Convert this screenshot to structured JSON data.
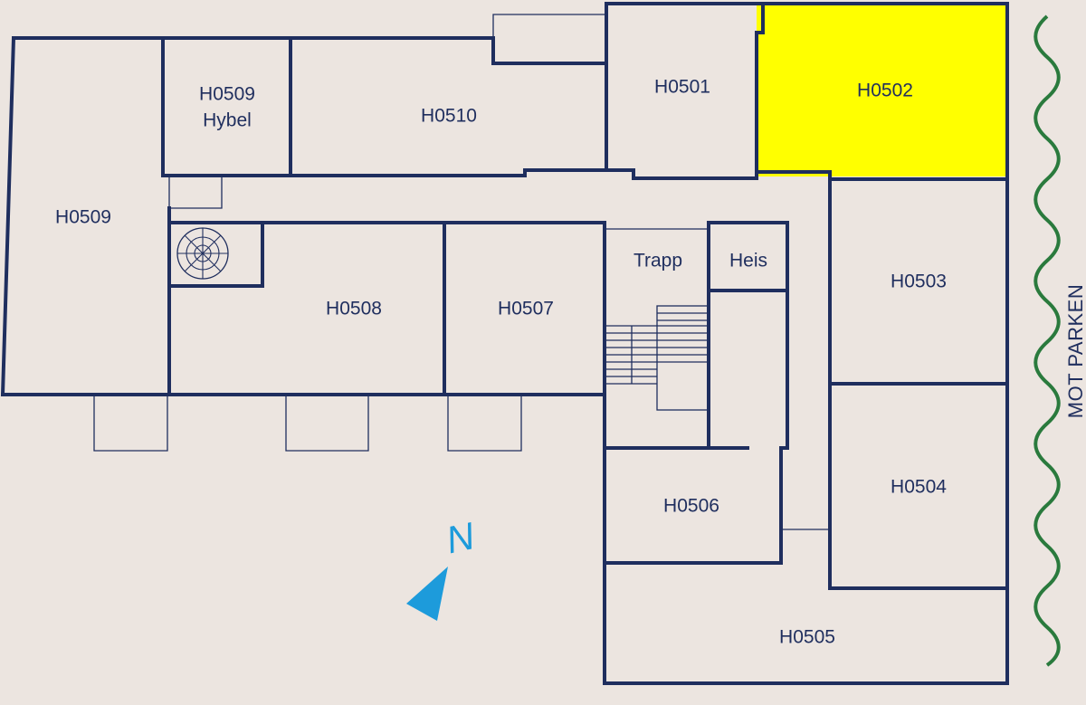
{
  "colors": {
    "background": "#ece5e0",
    "wall": "#1f2e5e",
    "highlight": "#ffff00",
    "park": "#2a7a3d",
    "north": "#1d9bdb"
  },
  "rooms": {
    "h0509_main": "H0509",
    "h0509_hybel_1": "H0509",
    "h0509_hybel_2": "Hybel",
    "h0510": "H0510",
    "h0501": "H0501",
    "h0502": "H0502",
    "h0503": "H0503",
    "h0504": "H0504",
    "h0505": "H0505",
    "h0506": "H0506",
    "h0507": "H0507",
    "h0508": "H0508",
    "trapp": "Trapp",
    "heis": "Heis"
  },
  "highlighted_room": "H0502",
  "side_label": "MOT PARKEN",
  "compass": {
    "letter": "N",
    "icon": "north-arrow-icon"
  }
}
